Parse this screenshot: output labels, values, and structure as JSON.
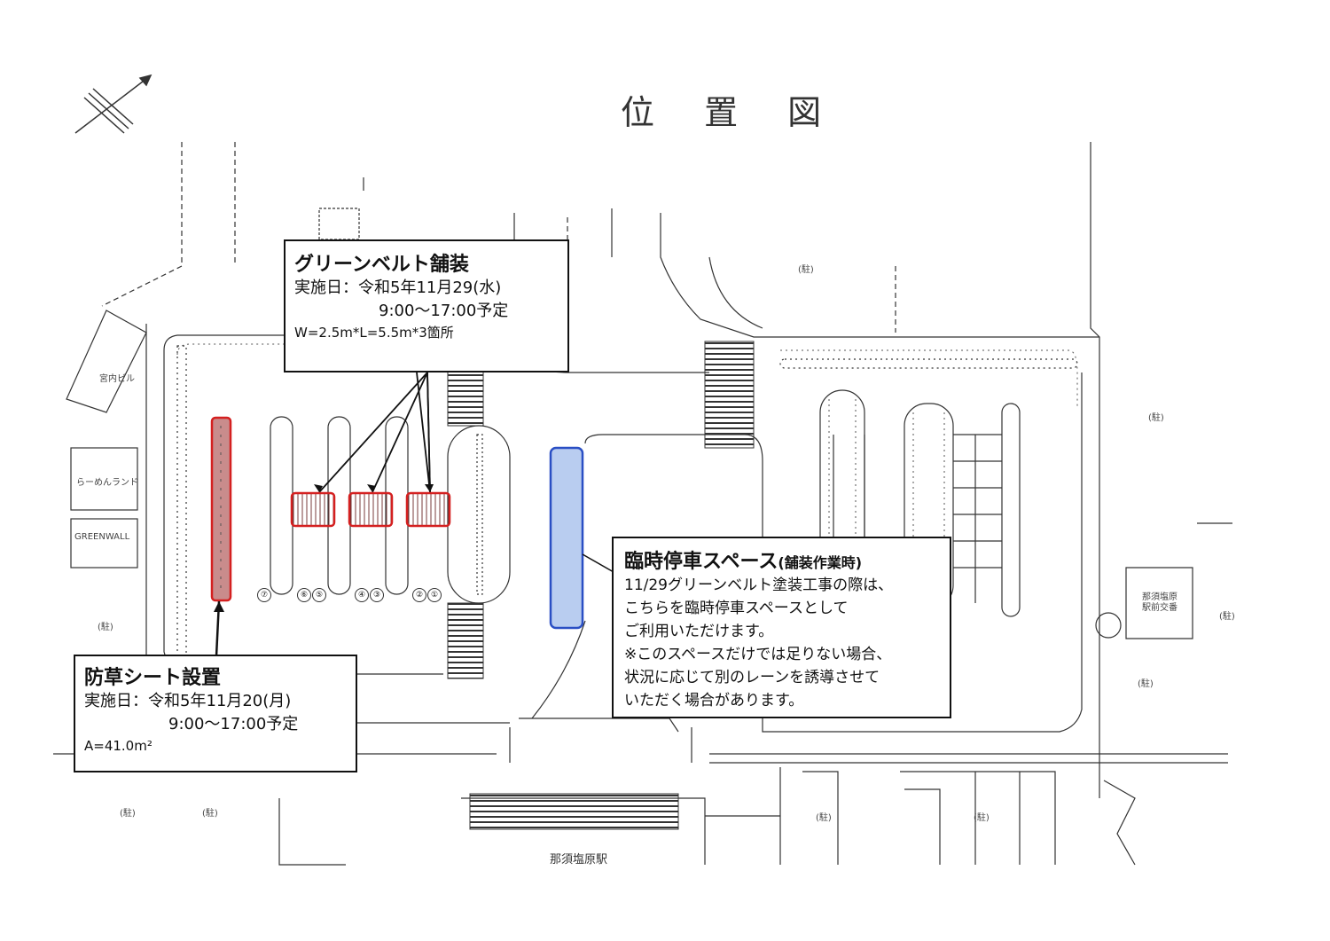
{
  "page_title": "位 置 図",
  "map_labels": {
    "building_1": "宮内ビル",
    "building_2": "らーめんランド",
    "building_3": "GREENWALL",
    "police_box": "那須塩原駅前交番",
    "station": "那須塩原駅",
    "parking": "(駐)"
  },
  "lane_numbers": [
    "⑦",
    "⑥",
    "⑤",
    "④",
    "③",
    "②",
    "①"
  ],
  "callout_greenbelt": {
    "heading": "グリーンベルト舗装",
    "date": "実施日：令和5年11月29(水)",
    "time": "9:00～17:00予定",
    "dims": "W=2.5m*L=5.5m*3箇所"
  },
  "callout_temp_stop": {
    "heading": "臨時停車スペース",
    "heading_sub": "(舗装作業時)",
    "lines": [
      "11/29グリーンベルト塗装工事の際は、",
      "こちらを臨時停車スペースとして",
      "ご利用いただけます。",
      "※このスペースだけでは足りない場合、",
      "状況に応じて別のレーンを誘導させて",
      "いただく場合があります。"
    ]
  },
  "callout_weed_sheet": {
    "heading": "防草シート設置",
    "date": "実施日：令和5年11月20(月)",
    "time": "9:00～17:00予定",
    "area": "A=41.0m²"
  },
  "colors": {
    "highlight_red": "#d42020",
    "highlight_red_fill": "#c98c8c",
    "highlight_blue": "#2a4fc4",
    "highlight_blue_fill": "#b9cdf0",
    "line_ink": "#222222"
  },
  "icons": [
    "north-arrow-icon"
  ]
}
